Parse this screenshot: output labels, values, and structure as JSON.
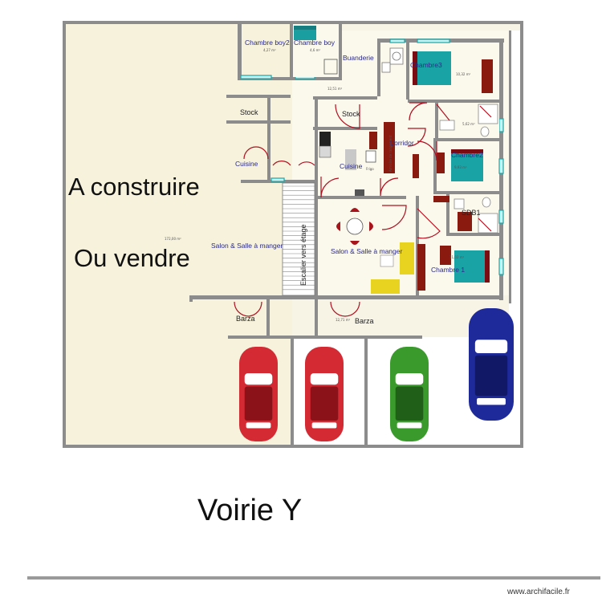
{
  "plan": {
    "title_left_line1": "A construire",
    "title_left_line2": "Ou vendre",
    "street": "Voirie Y",
    "watermark": "www.archifacile.fr",
    "lot_area": "172,00 m²"
  },
  "rooms": {
    "chambre_boy2": "Chambre boy2",
    "chambre_boy2_area": "4,27 m²",
    "chambre_boy": "Chambre boy",
    "chambre_boy_area": "4,6 m²",
    "buanderie": "Buanderie",
    "chambre3": "Chambre3",
    "chambre3_area": "10,32 m²",
    "stock_left": "Stock",
    "stock_right": "Stock",
    "cuisine_left": "Cuisine",
    "cuisine_right": "Cuisine",
    "frigo": "Frigo",
    "corridor": "Corridor",
    "rangement": "Armoire de rangement",
    "chambre2": "Chambre2",
    "chambre2_area": "9,93 m²",
    "sdb1": "SDB1",
    "salon_left": "Salon & Salle à manger",
    "salon_right": "Salon & Salle à manger",
    "escalier": "Escalier vers étage",
    "chambre1": "Chambre 1",
    "chambre1_area": "11,02 m²",
    "barza_left": "Barza",
    "barza_right": "Barza",
    "barza_right_area": "12,71 m²",
    "corridor_area": "12,51 m²",
    "sdb_area": "5,62 m²"
  },
  "cars": [
    {
      "color": "#d42a34",
      "dark": "#8a1218"
    },
    {
      "color": "#d42a34",
      "dark": "#8a1218"
    },
    {
      "color": "#3a9a2c",
      "dark": "#1f5f17"
    },
    {
      "color": "#1f2a9a",
      "dark": "#111866"
    }
  ]
}
